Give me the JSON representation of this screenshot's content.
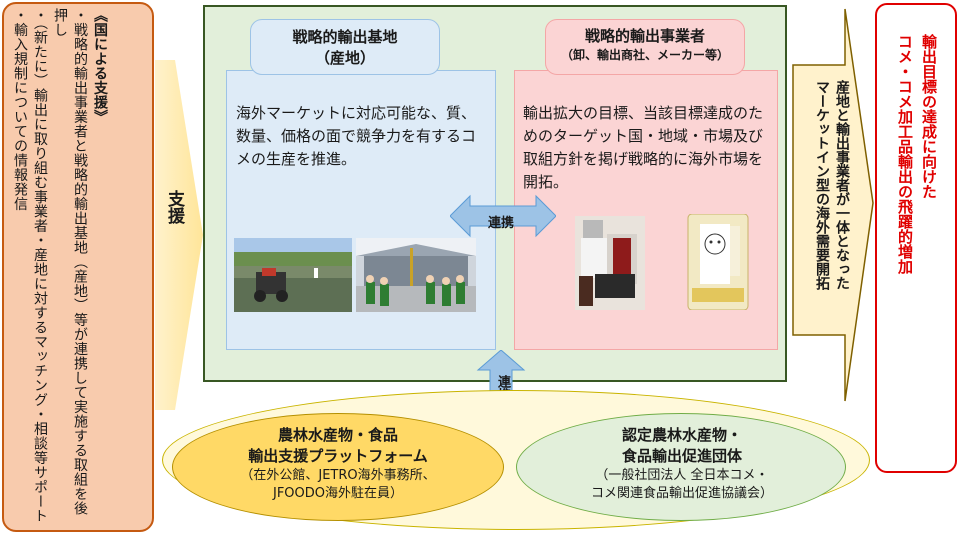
{
  "support": {
    "heading": "《国による支援》",
    "items": [
      "・戦略的輸出事業者と戦略的輸出基地（産地）等が連携して実施する取組を後押し",
      "・（新たに）輸出に取り組む事業者・産地に対するマッチング・相談等サポート",
      "・輸入規制についての情報発信"
    ],
    "arrow_label": "支援"
  },
  "base": {
    "title_line1": "戦略的輸出基地",
    "title_line2": "（産地）",
    "text": "海外マーケットに対応可能な、質、数量、価格の面で競争力を有するコメの生産を推進。"
  },
  "exporter": {
    "title": "戦略的輸出事業者",
    "subtitle": "（卸、輸出商社、メーカー等）",
    "text": "輸出拡大の目標、当該目標達成のためのターゲット国・地域・市場及び取組方針を掲げ戦略的に海外市場を開拓。"
  },
  "links": {
    "horizontal": "連携",
    "vertical": "連携"
  },
  "market_arrow": {
    "line1": "産地と輸出事業者が一体となった",
    "line2": "マーケットイン型の海外需要開拓"
  },
  "goal": {
    "line1": "輸出目標の達成に向けた",
    "line2": "コメ・コメ加工品輸出の飛躍的増加"
  },
  "platform": {
    "title_line1": "農林水産物・食品",
    "title_line2": "輸出支援プラットフォーム",
    "detail_line1": "（在外公館、JETRO海外事務所、",
    "detail_line2": "JFOODO海外駐在員）"
  },
  "promotion": {
    "title_line1": "認定農林水産物・",
    "title_line2": "食品輸出促進団体",
    "detail_line1": "（一般社団法人 全日本コメ・",
    "detail_line2": "コメ関連食品輸出促進協議会）"
  },
  "colors": {
    "support_fill": "#f8cbad",
    "green_box": "#e2efda",
    "base_fill": "#deebf7",
    "exporter_fill": "#fbd4d4",
    "arrow_fill": "#fff2cc",
    "goal_border": "#e00000",
    "platform_fill": "#ffd966",
    "link_arrow": "#9dc3e6"
  }
}
